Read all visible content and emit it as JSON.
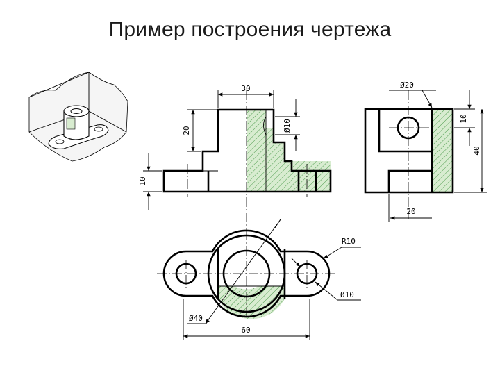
{
  "title": "Пример построения чертежа",
  "colors": {
    "hatch_fill": "#d8ecd0",
    "hatch_line": "#4a9a4a",
    "line": "#000000"
  },
  "dimensions": {
    "front": {
      "width_top": "30",
      "step_height": "20",
      "hole_dia": "Ø10",
      "base_height": "10"
    },
    "side": {
      "top_dia": "Ø20",
      "top_height": "10",
      "total_height": "40",
      "bottom_width": "20"
    },
    "plan": {
      "radius": "R10",
      "small_hole": "Ø10",
      "boss_dia": "Ø40",
      "overall_length": "60"
    }
  }
}
